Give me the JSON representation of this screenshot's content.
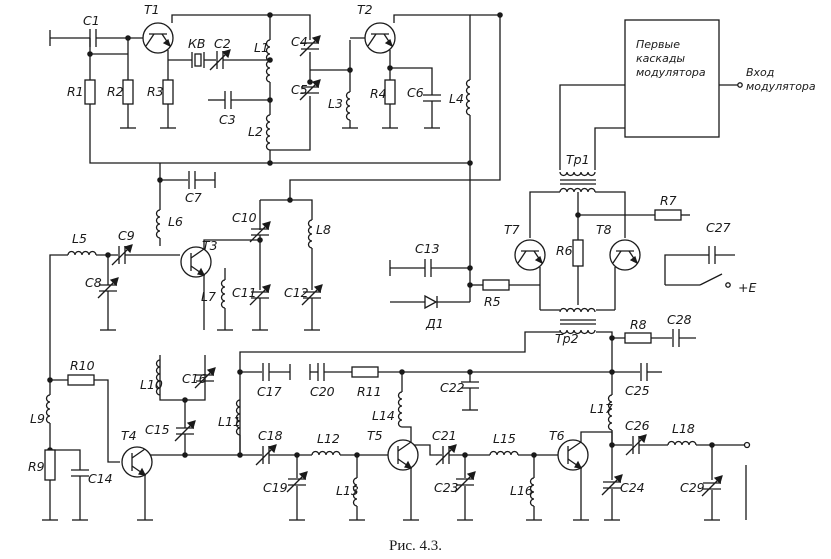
{
  "caption": "Рис. 4.3.",
  "modulator_block": [
    "Первые",
    "каскады",
    "модулятора"
  ],
  "input_label": [
    "Вход",
    "модулятора"
  ],
  "supply_label": "+E",
  "labels": {
    "C1": "C1",
    "T1": "T1",
    "KB": "КВ",
    "C2": "C2",
    "L1": "L1",
    "C4": "C4",
    "T2": "T2",
    "R1": "R1",
    "R2": "R2",
    "R3": "R3",
    "C3": "C3",
    "L2": "L2",
    "C5": "C5",
    "L3": "L3",
    "R4": "R4",
    "C6": "C6",
    "L4": "L4",
    "C7": "C7",
    "L6": "L6",
    "L5": "L5",
    "C9": "C9",
    "T3": "T3",
    "C10": "C10",
    "L8": "L8",
    "C8": "C8",
    "L7": "L7",
    "C11": "C11",
    "C12": "C12",
    "C13": "C13",
    "D1": "Д1",
    "R5": "R5",
    "Tp1": "Tp1",
    "R7": "R7",
    "C27": "C27",
    "T7": "T7",
    "R6": "R6",
    "T8": "T8",
    "Tp2": "Tp2",
    "R8": "R8",
    "C28": "C28",
    "L10": "L10",
    "C16": "C16",
    "R10": "R10",
    "C17": "C17",
    "C20": "C20",
    "R11": "R11",
    "C22": "C22",
    "C25": "C25",
    "L9": "L9",
    "C15": "C15",
    "L11": "L11",
    "L14": "L14",
    "L17": "L17",
    "C18": "C18",
    "L12": "L12",
    "C21": "C21",
    "L15": "L15",
    "C26": "C26",
    "L18": "L18",
    "T4": "T4",
    "T5": "T5",
    "T6": "T6",
    "R9": "R9",
    "C14": "C14",
    "C19": "C19",
    "L13": "L13",
    "C23": "C23",
    "L16": "L16",
    "C24": "C24",
    "C29": "C29"
  }
}
